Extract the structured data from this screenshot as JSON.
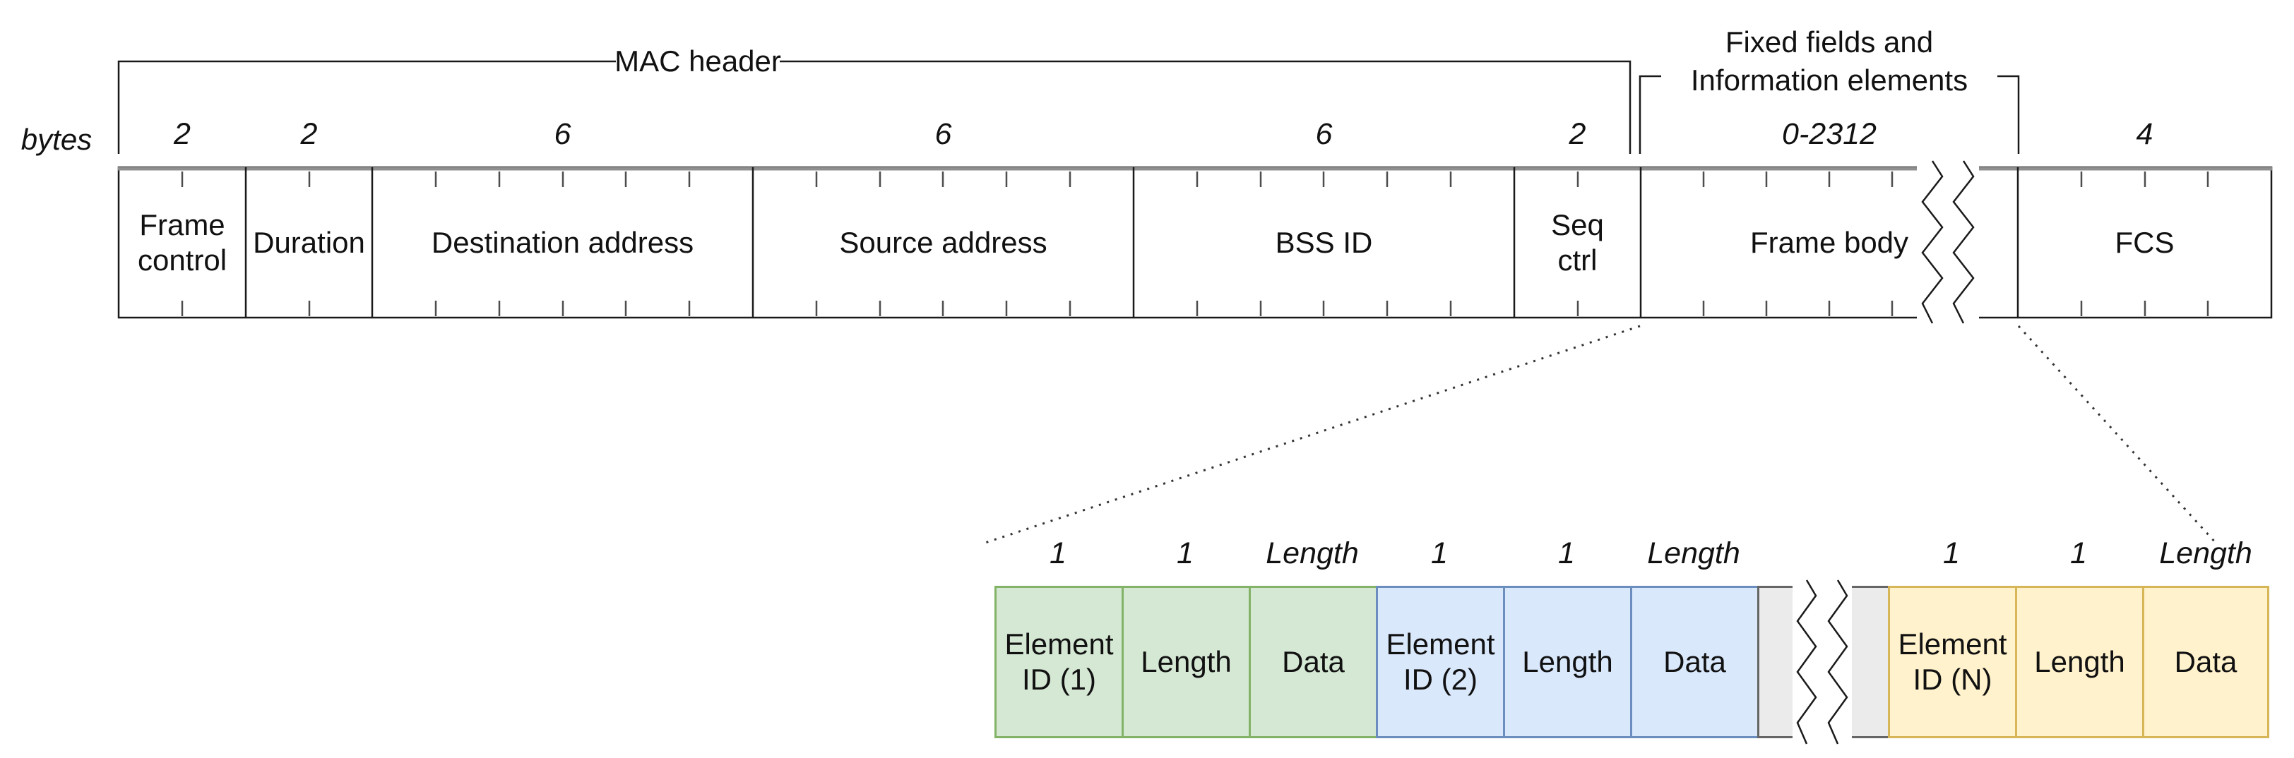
{
  "diagram": {
    "bytes_label": "bytes",
    "mac_header_label": "MAC header",
    "fixed_fields_label_line1": "Fixed fields and",
    "fixed_fields_label_line2": "Information elements",
    "top_row": {
      "fields": [
        {
          "label": "Frame control",
          "size": "2"
        },
        {
          "label": "Duration",
          "size": "2"
        },
        {
          "label": "Destination address",
          "size": "6"
        },
        {
          "label": "Source address",
          "size": "6"
        },
        {
          "label": "BSS ID",
          "size": "6"
        },
        {
          "label": "Seq ctrl",
          "size": "2"
        },
        {
          "label": "Frame body",
          "size": "0-2312"
        },
        {
          "label": "FCS",
          "size": "4"
        }
      ]
    },
    "bottom_row": {
      "cells": [
        {
          "label": "Element ID (1)",
          "size": "1",
          "group": "green"
        },
        {
          "label": "Length",
          "size": "1",
          "group": "green"
        },
        {
          "label": "Data",
          "size": "Length",
          "group": "green"
        },
        {
          "label": "Element ID (2)",
          "size": "1",
          "group": "blue"
        },
        {
          "label": "Length",
          "size": "1",
          "group": "blue"
        },
        {
          "label": "Data",
          "size": "Length",
          "group": "blue"
        },
        {
          "label": "",
          "size": "",
          "group": "break"
        },
        {
          "label": "Element ID (N)",
          "size": "1",
          "group": "yellow"
        },
        {
          "label": "Length",
          "size": "1",
          "group": "yellow"
        },
        {
          "label": "Data",
          "size": "Length",
          "group": "yellow"
        }
      ]
    },
    "colors": {
      "green": {
        "fill": "#d5e8d4",
        "stroke": "#82b366"
      },
      "blue": {
        "fill": "#dae8fc",
        "stroke": "#6c8ebf"
      },
      "yellow": {
        "fill": "#fff2cc",
        "stroke": "#d6b656"
      },
      "break": {
        "fill": "#ebebeb",
        "stroke": "#666666"
      }
    }
  }
}
